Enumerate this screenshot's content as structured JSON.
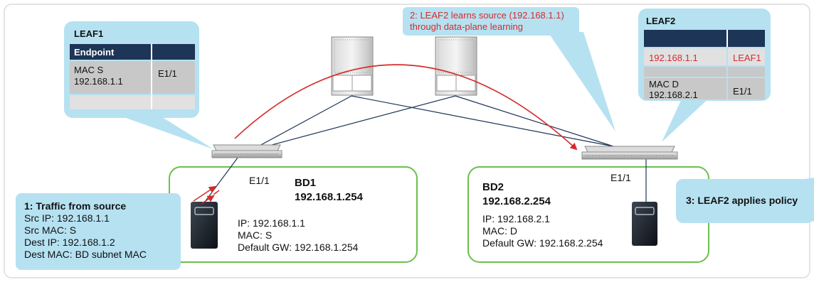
{
  "colors": {
    "callout": "#b6e1f1",
    "table_header": "#1d3557",
    "table_row_dark": "#c8c8c8",
    "table_row_light": "#e1e1e1",
    "bd_border": "#6cbf4c",
    "link": "#1d3557",
    "traffic": "#d62b2b"
  },
  "leaf1_table": {
    "title": "LEAF1",
    "header": [
      "Endpoint",
      ""
    ],
    "rows": [
      {
        "col1": "MAC S\n192.168.1.1",
        "col2": "E1/1"
      },
      {
        "col1": "",
        "col2": ""
      }
    ]
  },
  "leaf2_table": {
    "title": "LEAF2",
    "header": [
      "",
      ""
    ],
    "rows": [
      {
        "col1": "192.168.1.1",
        "col2": "LEAF1"
      },
      {
        "col1": "",
        "col2": ""
      },
      {
        "col1": "MAC D\n192.168.2.1",
        "col2": "E1/1"
      }
    ]
  },
  "callout_step2": "2: LEAF2 learns source (192.168.1.1)\nthrough data-plane learning",
  "callout_step1": {
    "title": "1: Traffic from source",
    "lines": [
      "Src IP: 192.168.1.1",
      "Src MAC: S",
      "Dest IP: 192.168.1.2",
      "Dest MAC: BD subnet MAC"
    ]
  },
  "callout_step3": "3: LEAF2 applies policy",
  "bd1": {
    "name": "BD1",
    "subnet": "192.168.1.254",
    "port": "E1/1",
    "host_ip": "IP: 192.168.1.1",
    "host_mac": "MAC: S",
    "host_gw": "Default GW: 192.168.1.254"
  },
  "bd2": {
    "name": "BD2",
    "subnet": "192.168.2.254",
    "port": "E1/1",
    "host_ip": "IP: 192.168.2.1",
    "host_mac": "MAC: D",
    "host_gw": "Default GW: 192.168.2.254"
  },
  "icons": [
    "spine-switch-icon",
    "leaf-switch-icon",
    "server-icon",
    "traffic-arrow-icon"
  ]
}
